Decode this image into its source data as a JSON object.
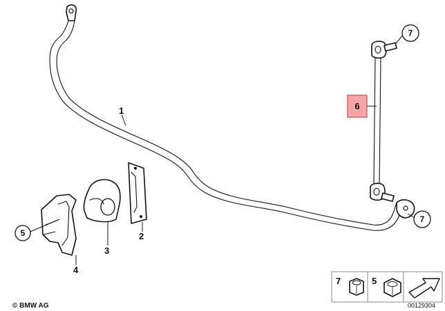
{
  "callouts": {
    "part1": "1",
    "part2": "2",
    "part3": "3",
    "part4": "4",
    "part5": "5",
    "part6": "6",
    "part7_top": "7",
    "part7_end": "7"
  },
  "legend": {
    "item_7": "7",
    "item_5": "5"
  },
  "footer": {
    "copyright": "© BMW AG",
    "diagram_number": "00129304"
  },
  "colors": {
    "highlight": "#f4a6a6",
    "highlight_border": "#d03030",
    "line": "#111111"
  },
  "icons": [
    "nut-icon",
    "arrow-icon"
  ]
}
